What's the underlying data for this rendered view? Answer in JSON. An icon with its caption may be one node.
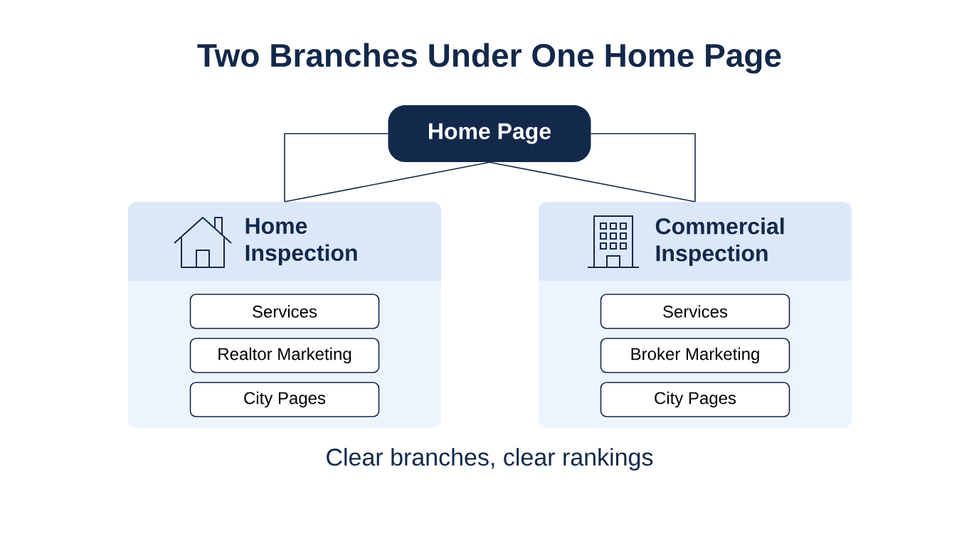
{
  "diagram": {
    "title": "Two Branches Under One Home Page",
    "caption": "Clear branches, clear rankings",
    "nodes": [
      {
        "text": [
          "Home Page"
        ]
      },
      {
        "text": [
          "Home Inspection"
        ]
      },
      {
        "text": [
          "Services"
        ],
        "in": 1
      },
      {
        "text": [
          "Realtor Marketing"
        ],
        "in": 1
      },
      {
        "text": [
          "City Pages"
        ],
        "in": 1
      },
      {
        "text": [
          "Commercial Inspection"
        ]
      },
      {
        "text": [
          "Services"
        ],
        "in": 5
      },
      {
        "text": [
          "Broker Marketing"
        ],
        "in": 5
      },
      {
        "text": [
          "City Pages"
        ],
        "in": 5
      }
    ],
    "edges": [
      {
        "from": 0,
        "to": 1,
        "arrow": "none"
      },
      {
        "from": 0,
        "to": 1,
        "arrow": "none"
      },
      {
        "from": 0,
        "to": 5,
        "arrow": "none"
      },
      {
        "from": 0,
        "to": 5,
        "arrow": "none"
      }
    ]
  }
}
